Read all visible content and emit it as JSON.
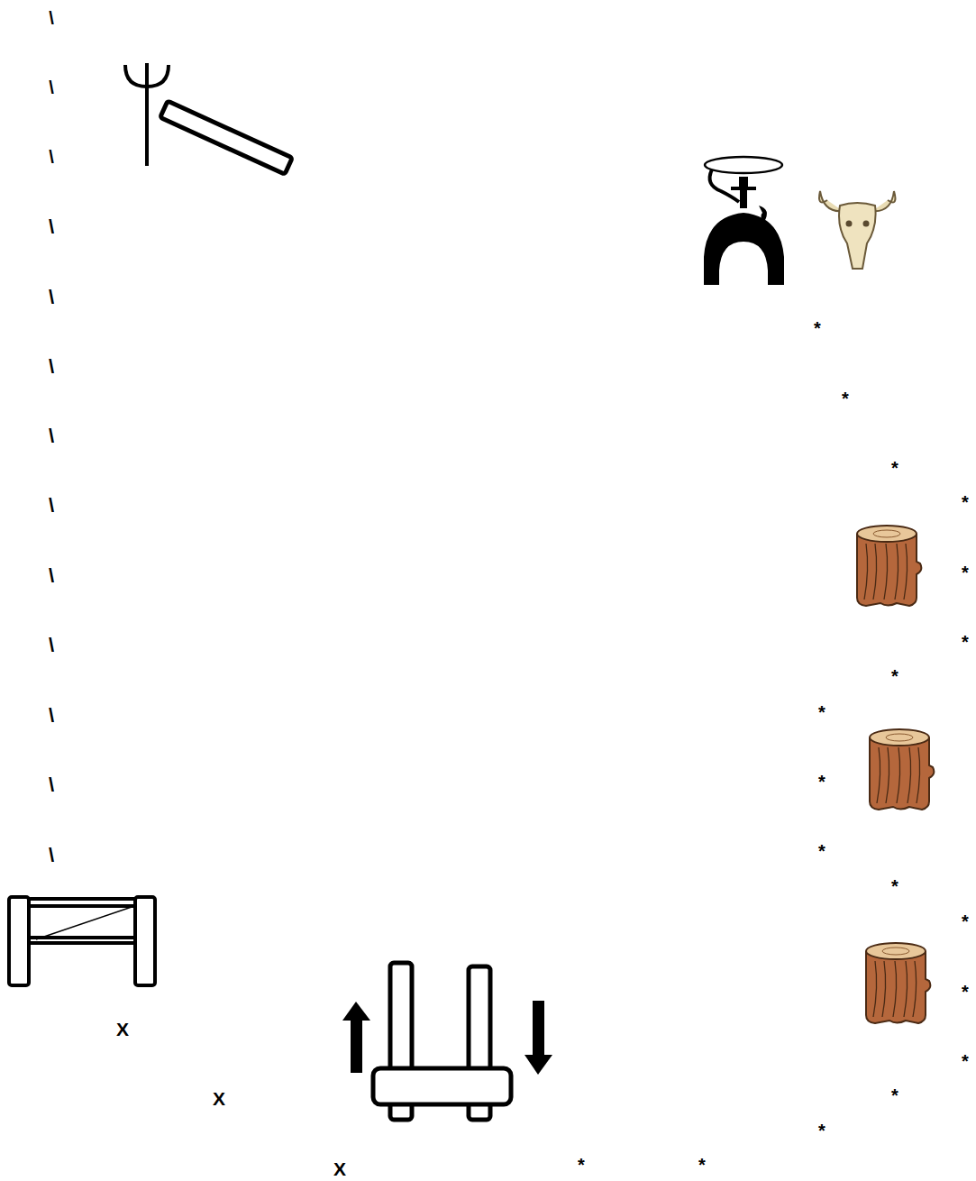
{
  "diagram": {
    "labels": [
      "\\",
      "\\",
      "\\",
      "\\",
      "\\",
      "\\",
      "\\",
      "\\",
      "\\",
      "\\",
      "\\",
      "\\",
      "\\",
      "*",
      "*",
      "*",
      "*",
      "*",
      "*",
      "*",
      "*",
      "*",
      "*",
      "*",
      "*",
      "*",
      "*",
      "*",
      "*",
      "*",
      "*",
      "X",
      "X",
      "X"
    ]
  }
}
